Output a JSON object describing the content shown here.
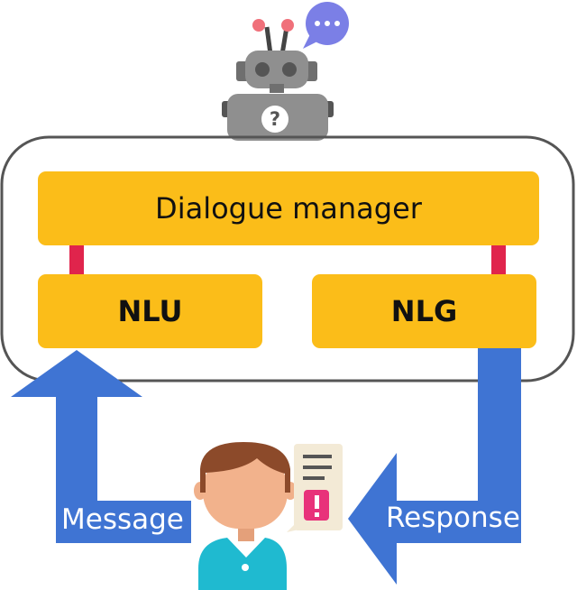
{
  "diagram": {
    "dialogue_manager": {
      "label": "Dialogue manager"
    },
    "nlu": {
      "label": "NLU"
    },
    "nlg": {
      "label": "NLG"
    },
    "message_arrow": {
      "label": "Message"
    },
    "response_arrow": {
      "label": "Response"
    },
    "icons": {
      "robot": "robot-icon",
      "robot_speech": "speech-bubble-icon",
      "user": "user-avatar-icon",
      "alert_note": "alert-message-icon"
    },
    "colors": {
      "box": "#fbbd19",
      "connector": "#e0244c",
      "arrow": "#3f74d3",
      "container_border": "#555555",
      "robot_body": "#8f8f8f",
      "bubble": "#7b7fe6",
      "user_shirt": "#1fbad0",
      "alert": "#e8327a"
    }
  }
}
